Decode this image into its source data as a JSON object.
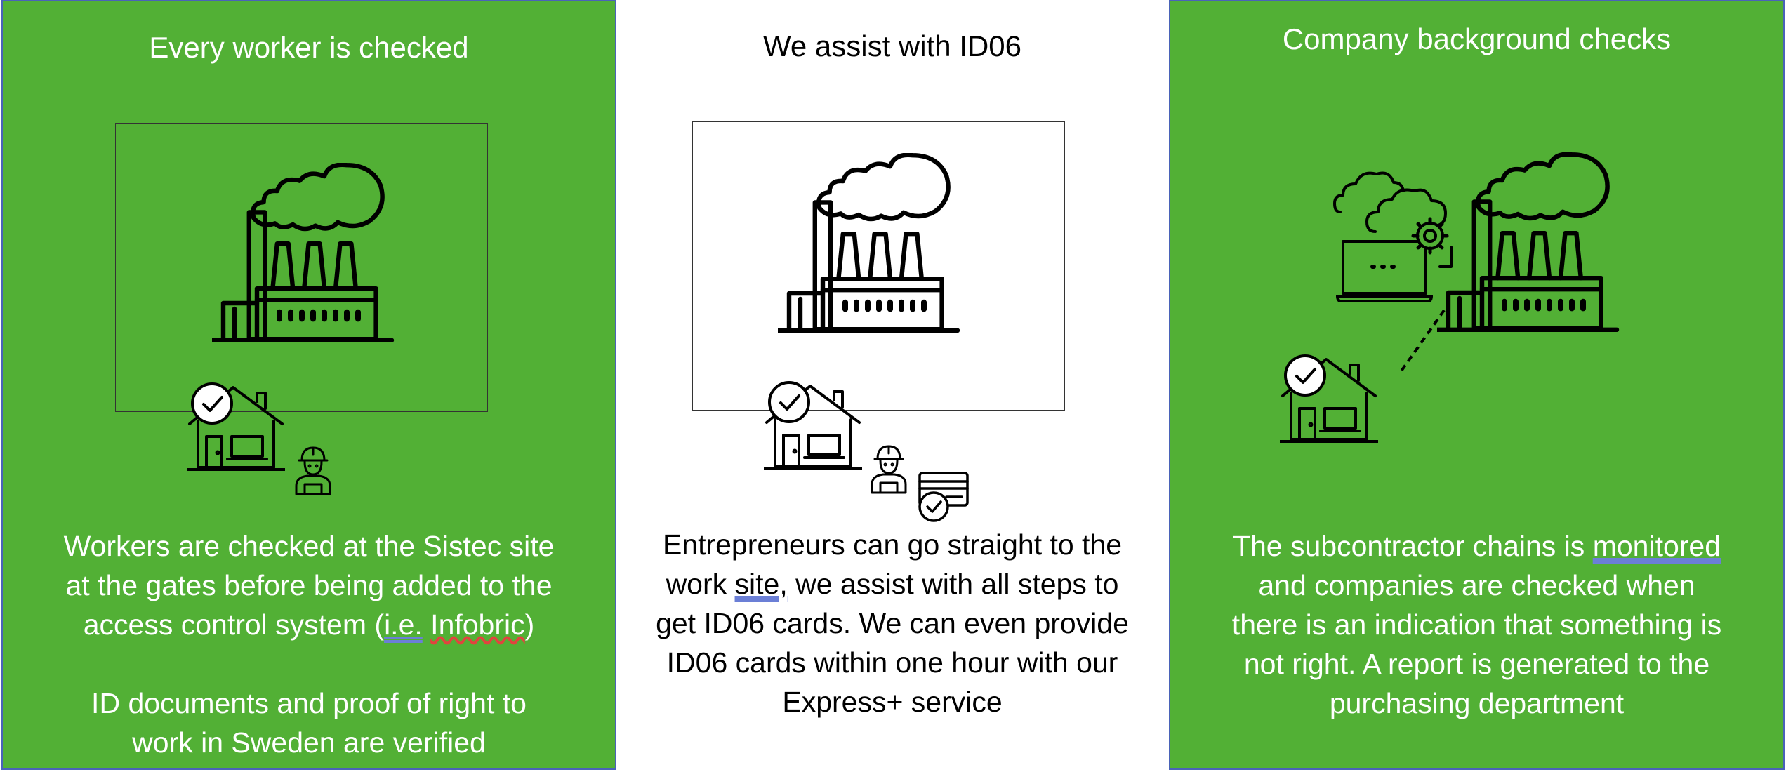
{
  "panels": [
    {
      "title": "Every worker is checked",
      "paragraph1": {
        "line1": "Workers are checked at the Sistec site",
        "line2": "at the gates before being added to the",
        "line3_pre": "access control system (",
        "line3_u1": "i.e.",
        "line3_mid": " ",
        "line3_u2": "Infobric",
        "line3_post": ")"
      },
      "paragraph2": {
        "line1": "ID documents and proof of right to",
        "line2": "work in Sweden are verified"
      },
      "icons": [
        "factory-icon",
        "house-check-icon",
        "worker-icon"
      ]
    },
    {
      "title": "We assist with ID06",
      "paragraph": {
        "line1": "Entrepreneurs can go straight to the",
        "line2_pre": "work ",
        "line2_u": "site,",
        "line2_post": " we assist with all steps to",
        "line3": "get ID06 cards. We can even provide",
        "line4": "ID06 cards within one hour with our",
        "line5": "Express+ service"
      },
      "icons": [
        "factory-icon",
        "house-check-icon",
        "worker-icon",
        "id-card-check-icon"
      ]
    },
    {
      "title": "Company background checks",
      "paragraph": {
        "line1_pre": "The subcontractor chains is ",
        "line1_u": "monitored",
        "line2": "and companies are checked when",
        "line3": "there is an indication that something is",
        "line4": "not right. A report is generated to the",
        "line5": "purchasing department"
      },
      "icons": [
        "cloud-icon",
        "laptop-gear-icon",
        "factory-icon",
        "house-check-icon"
      ]
    }
  ],
  "colors": {
    "panel_green": "#52b035",
    "panel_border": "#4a63b8",
    "icon_stroke": "#000000"
  }
}
